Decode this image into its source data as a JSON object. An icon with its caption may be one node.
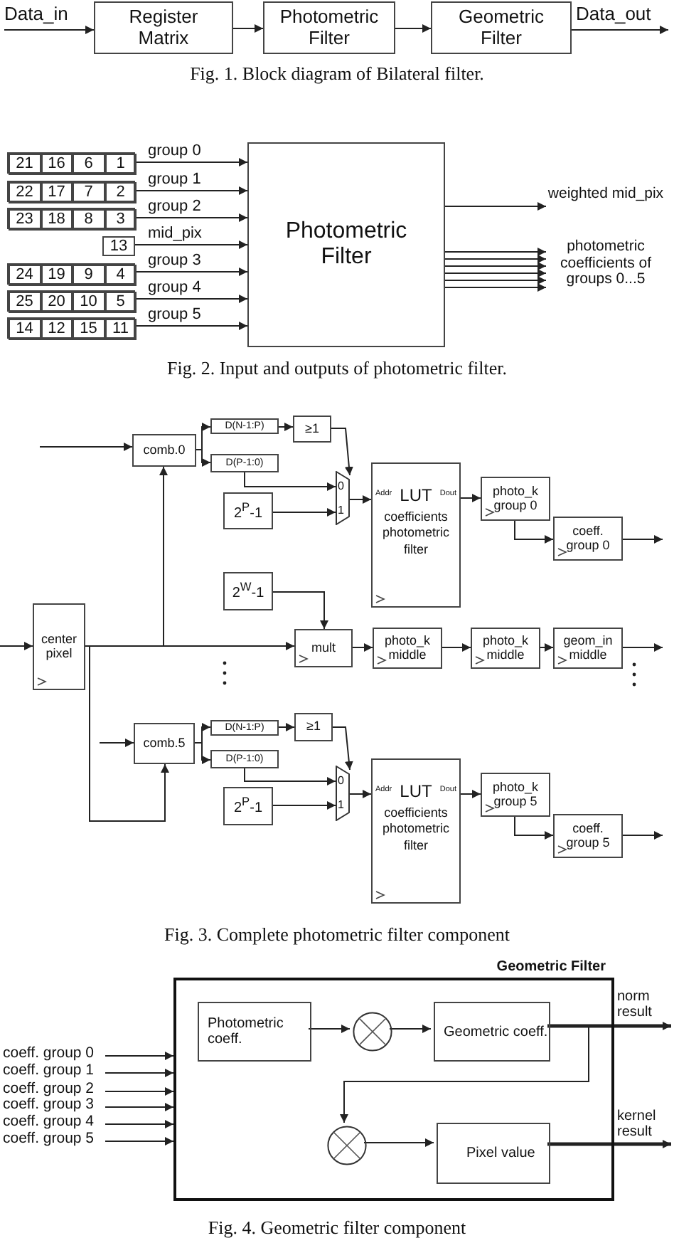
{
  "diagram": {
    "nodes": [
      {
        "text": [
          "Data_in"
        ]
      },
      {
        "text": [
          "Register Matrix"
        ]
      },
      {
        "text": [
          "Photometric Filter"
        ]
      },
      {
        "text": [
          "Geometric Filter"
        ]
      },
      {
        "text": [
          "Data_out"
        ]
      },
      {
        "text": [],
        "shape": "box"
      },
      {
        "text": [
          "21"
        ],
        "in": 5
      },
      {
        "text": [
          "16"
        ],
        "in": 5
      },
      {
        "text": [
          "6"
        ],
        "in": 5
      },
      {
        "text": [
          "1"
        ],
        "in": 5
      },
      {
        "text": [],
        "shape": "box"
      },
      {
        "text": [
          "22"
        ],
        "in": 10
      },
      {
        "text": [
          "17"
        ],
        "in": 10
      },
      {
        "text": [
          "7"
        ],
        "in": 10
      },
      {
        "text": [
          "2"
        ],
        "in": 10
      },
      {
        "text": [],
        "shape": "box"
      },
      {
        "text": [
          "23"
        ],
        "in": 15
      },
      {
        "text": [
          "18"
        ],
        "in": 15
      },
      {
        "text": [
          "8"
        ],
        "in": 15
      },
      {
        "text": [
          "3"
        ],
        "in": 15
      },
      {
        "text": [
          "13"
        ]
      },
      {
        "text": [],
        "shape": "box"
      },
      {
        "text": [
          "24"
        ],
        "in": 21
      },
      {
        "text": [
          "19"
        ],
        "in": 21
      },
      {
        "text": [
          "9"
        ],
        "in": 21
      },
      {
        "text": [
          "4"
        ],
        "in": 21
      },
      {
        "text": [],
        "shape": "box"
      },
      {
        "text": [
          "25"
        ],
        "in": 26
      },
      {
        "text": [
          "20"
        ],
        "in": 26
      },
      {
        "text": [
          "10"
        ],
        "in": 26
      },
      {
        "text": [
          "5"
        ],
        "in": 26
      },
      {
        "text": [],
        "shape": "box"
      },
      {
        "text": [
          "14"
        ],
        "in": 31
      },
      {
        "text": [
          "12"
        ],
        "in": 31
      },
      {
        "text": [
          "15"
        ],
        "in": 31
      },
      {
        "text": [
          "11"
        ],
        "in": 31
      },
      {
        "text": [
          "Photometric Filter"
        ]
      },
      {
        "text": [
          "weighted mid_pix"
        ]
      },
      {
        "text": [
          "photometric coefficients of groups 0...5"
        ]
      },
      {
        "text": [
          "comb.0"
        ]
      },
      {
        "text": [
          "D(N-1:P)"
        ]
      },
      {
        "text": [
          "≥1"
        ]
      },
      {
        "text": [
          "D(P-1:0)"
        ]
      },
      {
        "text": [
          "0",
          "1"
        ]
      },
      {
        "text": [
          "2$^{P}$-1"
        ]
      },
      {
        "text": [
          "Addr",
          "LUT",
          "Dout",
          "coefficients photometric filter"
        ]
      },
      {
        "text": [
          "photo_k group 0"
        ]
      },
      {
        "text": [
          "coeff. group 0"
        ]
      },
      {
        "text": [
          "2$^{W}$-1"
        ]
      },
      {
        "text": [
          "center pixel"
        ]
      },
      {
        "text": [
          "mult"
        ]
      },
      {
        "text": [
          "photo_k middle"
        ]
      },
      {
        "text": [
          "photo_k middle"
        ]
      },
      {
        "text": [
          "geom_in middle"
        ]
      },
      {
        "text": [
          "comb.5"
        ]
      },
      {
        "text": [
          "D(N-1:P)"
        ]
      },
      {
        "text": [
          "≥1"
        ]
      },
      {
        "text": [
          "D(P-1:0)"
        ]
      },
      {
        "text": [
          "0",
          "1"
        ]
      },
      {
        "text": [
          "2$^{P}$-1"
        ]
      },
      {
        "text": [
          "Addr",
          "LUT",
          "Dout",
          "coefficients photometric filter"
        ]
      },
      {
        "text": [
          "photo_k group 5"
        ]
      },
      {
        "text": [
          "coeff. group 5"
        ]
      },
      {
        "text": [
          "Geometric Filter"
        ]
      },
      {
        "text": [
          "Photometric coeff."
        ],
        "in": 63
      },
      {
        "text": [],
        "shape": "circle",
        "in": 63
      },
      {
        "text": [
          "Geometric coeff."
        ],
        "in": 63
      },
      {
        "text": [],
        "shape": "circle",
        "in": 63
      },
      {
        "text": [
          "Pixel value"
        ],
        "in": 63
      },
      {
        "text": [
          "coeff. group 0"
        ]
      },
      {
        "text": [
          "coeff. group 1"
        ]
      },
      {
        "text": [
          "coeff. group 2"
        ]
      },
      {
        "text": [
          "coeff. group 3"
        ]
      },
      {
        "text": [
          "coeff. group 4"
        ]
      },
      {
        "text": [
          "coeff. group 5"
        ]
      }
    ],
    "edges": [
      {
        "from": 0,
        "to": 1,
        "arrow": "to"
      },
      {
        "from": 1,
        "to": 2,
        "arrow": "to"
      },
      {
        "from": 2,
        "to": 3,
        "arrow": "to"
      },
      {
        "from": 3,
        "to": 4,
        "arrow": "to"
      },
      {
        "from": 5,
        "to": 36,
        "arrow": "to",
        "label": "group 0"
      },
      {
        "from": 10,
        "to": 36,
        "arrow": "to",
        "label": "group 1"
      },
      {
        "from": 15,
        "to": 36,
        "arrow": "to",
        "label": "group 2"
      },
      {
        "from": 20,
        "to": 36,
        "arrow": "to",
        "label": "mid_pix"
      },
      {
        "from": 21,
        "to": 36,
        "arrow": "to",
        "label": "group 3"
      },
      {
        "from": 26,
        "to": 36,
        "arrow": "to",
        "label": "group 4"
      },
      {
        "from": 31,
        "to": 36,
        "arrow": "to",
        "label": "group 5"
      },
      {
        "from": 36,
        "to": 37,
        "arrow": "to"
      },
      {
        "from": 36,
        "to": 38,
        "arrow": "to"
      },
      {
        "from": 36,
        "to": 38,
        "arrow": "to"
      },
      {
        "from": 36,
        "to": 38,
        "arrow": "to"
      },
      {
        "from": 36,
        "to": 38,
        "arrow": "to"
      },
      {
        "from": 36,
        "to": 38,
        "arrow": "to"
      },
      {
        "from": 36,
        "to": 38,
        "arrow": "to"
      },
      {
        "from": null,
        "to": 39,
        "arrow": "to"
      },
      {
        "from": 49,
        "to": 39,
        "arrow": "to"
      },
      {
        "from": 39,
        "to": 40,
        "arrow": "to"
      },
      {
        "from": 39,
        "to": 42,
        "arrow": "to"
      },
      {
        "from": 40,
        "to": 41,
        "arrow": "to"
      },
      {
        "from": 41,
        "to": 43,
        "arrow": "to"
      },
      {
        "from": 42,
        "to": 43,
        "arrow": "to"
      },
      {
        "from": 44,
        "to": 43,
        "arrow": "to"
      },
      {
        "from": 43,
        "to": 45,
        "arrow": "to"
      },
      {
        "from": 45,
        "to": 46,
        "arrow": "to"
      },
      {
        "from": 46,
        "to": 47,
        "arrow": "to"
      },
      {
        "from": 47,
        "to": null,
        "arrow": "to"
      },
      {
        "from": null,
        "to": 49,
        "arrow": "to"
      },
      {
        "from": 49,
        "to": 50,
        "arrow": "to"
      },
      {
        "from": 48,
        "to": 50,
        "arrow": "to"
      },
      {
        "from": 50,
        "to": 51,
        "arrow": "to"
      },
      {
        "from": 51,
        "to": 52,
        "arrow": "to"
      },
      {
        "from": 52,
        "to": 53,
        "arrow": "to"
      },
      {
        "from": 53,
        "to": null,
        "arrow": "to"
      },
      {
        "from": null,
        "to": 54,
        "arrow": "to"
      },
      {
        "from": 49,
        "to": 54,
        "arrow": "to"
      },
      {
        "from": 54,
        "to": 55,
        "arrow": "to"
      },
      {
        "from": 54,
        "to": 57,
        "arrow": "to"
      },
      {
        "from": 55,
        "to": 56,
        "arrow": "to"
      },
      {
        "from": 56,
        "to": 58,
        "arrow": "to"
      },
      {
        "from": 57,
        "to": 58,
        "arrow": "to"
      },
      {
        "from": 59,
        "to": 58,
        "arrow": "to"
      },
      {
        "from": 58,
        "to": 60,
        "arrow": "to"
      },
      {
        "from": 60,
        "to": 61,
        "arrow": "to"
      },
      {
        "from": 61,
        "to": 62,
        "arrow": "to"
      },
      {
        "from": 62,
        "to": null,
        "arrow": "to"
      },
      {
        "from": 69,
        "to": 63,
        "arrow": "to"
      },
      {
        "from": 70,
        "to": 63,
        "arrow": "to"
      },
      {
        "from": 71,
        "to": 63,
        "arrow": "to"
      },
      {
        "from": 72,
        "to": 63,
        "arrow": "to"
      },
      {
        "from": 73,
        "to": 63,
        "arrow": "to"
      },
      {
        "from": 74,
        "to": 63,
        "arrow": "to"
      },
      {
        "from": 64,
        "to": 65,
        "arrow": "to"
      },
      {
        "from": 65,
        "to": 66,
        "arrow": "to"
      },
      {
        "from": 66,
        "to": null,
        "arrow": "to",
        "label": "norm result",
        "style": "thick"
      },
      {
        "from": 66,
        "to": 67,
        "arrow": "to"
      },
      {
        "from": 67,
        "to": 68,
        "arrow": "to"
      },
      {
        "from": 68,
        "to": null,
        "arrow": "to",
        "label": "kernel result",
        "style": "thick"
      }
    ],
    "labels": [
      "Fig. 1.  Block diagram of Bilateral filter.",
      "Fig. 2. Input and outputs of photometric filter.",
      "Fig. 3. Complete photometric filter component",
      "Fig. 4. Geometric filter component"
    ]
  }
}
